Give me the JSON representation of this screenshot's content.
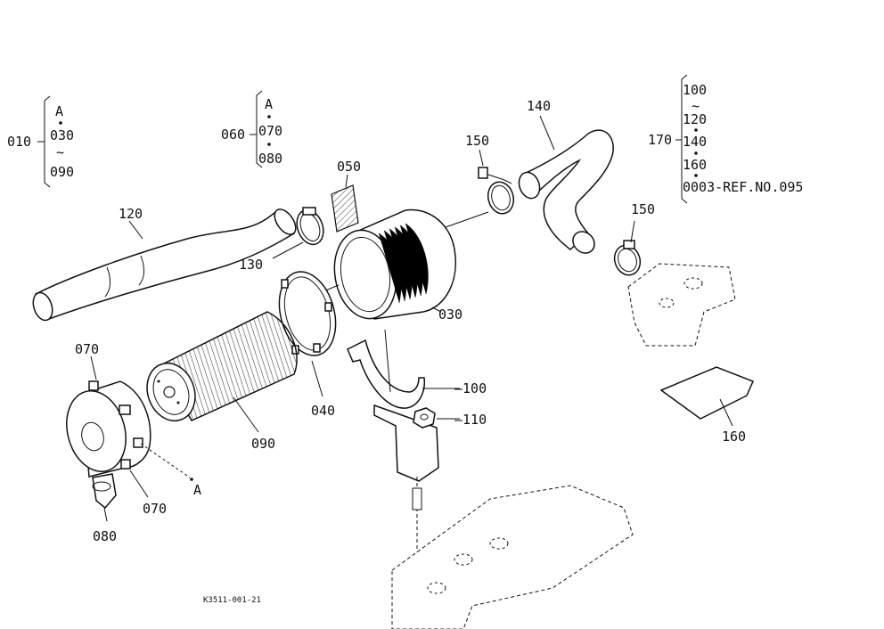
{
  "diagram": {
    "code": "K3511-001-21",
    "groups": {
      "g010": {
        "main": "010",
        "items": [
          "A",
          "030",
          "∼",
          "090"
        ]
      },
      "g060": {
        "main": "060",
        "items": [
          "A",
          "070",
          "080"
        ]
      },
      "g170": {
        "main": "170",
        "items": [
          "100",
          "∼",
          "120",
          "140",
          "160",
          "0003-REF.NO.095"
        ]
      }
    },
    "parts": {
      "p120": "120",
      "p130": "130",
      "p050": "050",
      "p150a": "150",
      "p140": "140",
      "p150b": "150",
      "p030": "030",
      "p040": "040",
      "p100": "—100",
      "p110": "—110",
      "p160": "160",
      "p070a": "070",
      "p070b": "070",
      "p090": "090",
      "p080": "080",
      "pA": "A"
    }
  }
}
